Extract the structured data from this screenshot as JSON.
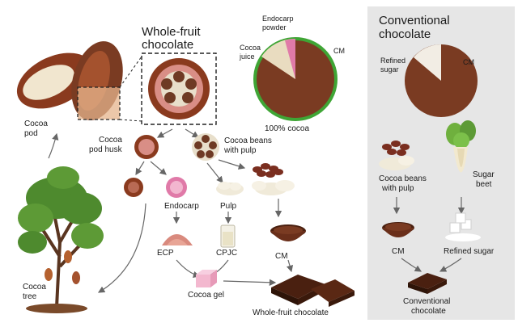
{
  "whole_fruit": {
    "title_line1": "Whole-fruit",
    "title_line2": "chocolate",
    "pie": {
      "label_endocarp_l1": "Endocarp",
      "label_endocarp_l2": "powder",
      "label_juice_l1": "Cocoa",
      "label_juice_l2": "juice",
      "label_cm": "CM",
      "caption": "100% cocoa",
      "ring_color": "#3fa535"
    },
    "labels": {
      "cocoa_pod_l1": "Cocoa",
      "cocoa_pod_l2": "pod",
      "pod_husk_l1": "Cocoa",
      "pod_husk_l2": "pod husk",
      "beans_pulp_l1": "Cocoa beans",
      "beans_pulp_l2": "with pulp",
      "endocarp": "Endocarp",
      "pulp": "Pulp",
      "ecp": "ECP",
      "cpjc": "CPJC",
      "cm": "CM",
      "cocoa_gel": "Cocoa gel",
      "cocoa_tree_l1": "Cocoa",
      "cocoa_tree_l2": "tree",
      "final": "Whole-fruit chocolate"
    }
  },
  "conventional": {
    "title_line1": "Conventional",
    "title_line2": "chocolate",
    "pie": {
      "label_sugar_l1": "Refined",
      "label_sugar_l2": "sugar",
      "label_cm": "CM"
    },
    "labels": {
      "beans_pulp_l1": "Cocoa beans",
      "beans_pulp_l2": "with pulp",
      "sugar_beet_l1": "Sugar",
      "sugar_beet_l2": "beet",
      "cm": "CM",
      "refined_sugar": "Refined sugar",
      "final_l1": "Conventional",
      "final_l2": "chocolate"
    },
    "panel_color": "#e6e6e6"
  },
  "colors": {
    "chocolate": "#7a3b22",
    "pod_orange": "#b5612f",
    "pink": "#e07aa8",
    "cream": "#e7dcc2",
    "leaf_green": "#4e8a2e"
  }
}
